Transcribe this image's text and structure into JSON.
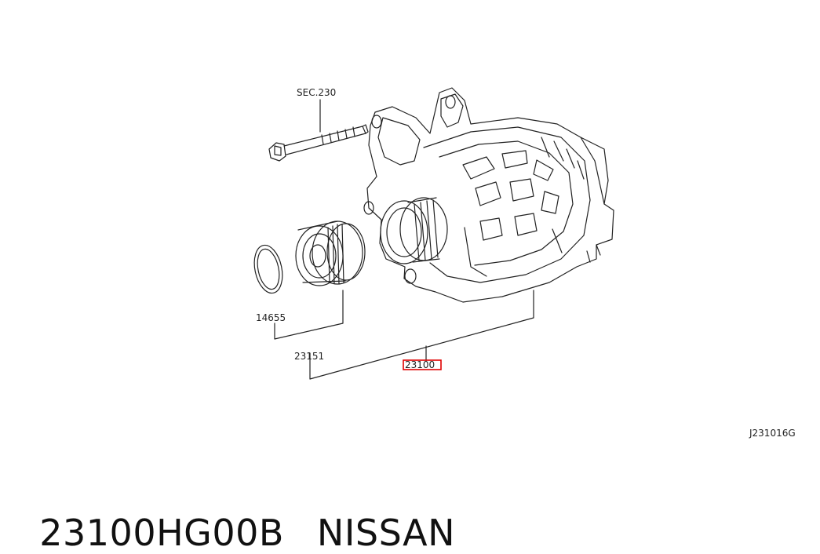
{
  "diagram": {
    "callouts": {
      "sec_ref": "SEC.230",
      "gasket": "14655",
      "pulley": "23151",
      "assembly": "23100"
    },
    "drawing_code": "J231016G",
    "highlight_color": "#e00000",
    "line_color": "#222222"
  },
  "footer": {
    "part_number": "23100HG00B",
    "maker": "NISSAN"
  }
}
